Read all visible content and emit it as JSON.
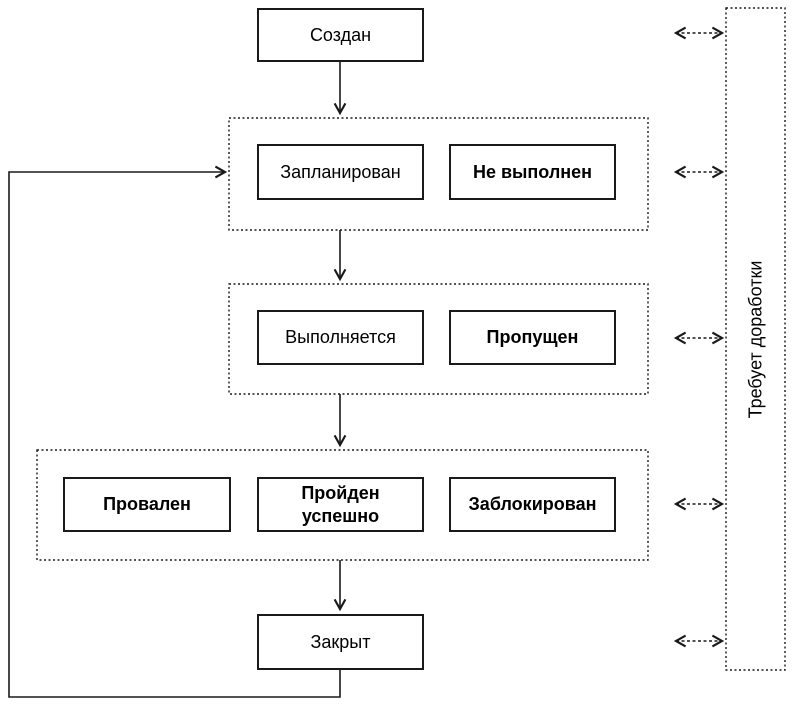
{
  "diagram": {
    "nodes": {
      "created": {
        "label": "Создан"
      },
      "planned": {
        "label": "Запланирован"
      },
      "not_executed": {
        "label": "Не выполнен"
      },
      "executing": {
        "label": "Выполняется"
      },
      "skipped": {
        "label": "Пропущен"
      },
      "failed": {
        "label": "Провален"
      },
      "passed": {
        "label": "Пройден\nуспешно"
      },
      "blocked": {
        "label": "Заблокирован"
      },
      "closed": {
        "label": "Закрыт"
      }
    },
    "side_panel": {
      "label": "Требует доработки"
    },
    "groups": {
      "planned_group": {
        "members": [
          "planned",
          "not_executed"
        ]
      },
      "in_progress_group": {
        "members": [
          "executing",
          "skipped"
        ]
      },
      "result_group": {
        "members": [
          "failed",
          "passed",
          "blocked"
        ]
      }
    },
    "edges": [
      {
        "from": "created",
        "to": "planned_group",
        "style": "solid-arrow"
      },
      {
        "from": "planned_group",
        "to": "in_progress_group",
        "style": "solid-arrow"
      },
      {
        "from": "in_progress_group",
        "to": "result_group",
        "style": "solid-arrow"
      },
      {
        "from": "result_group",
        "to": "closed",
        "style": "solid-arrow"
      },
      {
        "from": "closed",
        "to": "planned_group",
        "style": "solid-arrow-loop"
      },
      {
        "from": "created",
        "to": "rework_panel",
        "style": "dashed-double-arrow"
      },
      {
        "from": "planned_group",
        "to": "rework_panel",
        "style": "dashed-double-arrow"
      },
      {
        "from": "in_progress_group",
        "to": "rework_panel",
        "style": "dashed-double-arrow"
      },
      {
        "from": "result_group",
        "to": "rework_panel",
        "style": "dashed-double-arrow"
      },
      {
        "from": "closed",
        "to": "rework_panel",
        "style": "dashed-double-arrow"
      }
    ],
    "colors": {
      "line": "#1a1a1a",
      "box_fill": "#ffffff",
      "background": "#ffffff"
    }
  }
}
